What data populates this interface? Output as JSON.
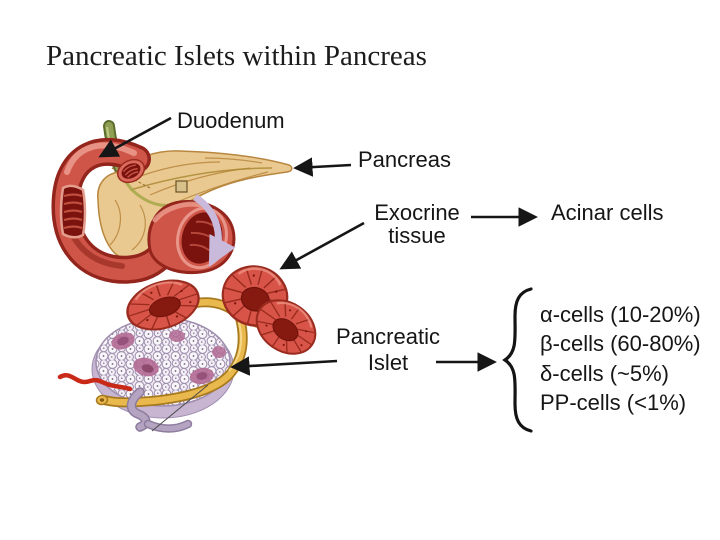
{
  "slide": {
    "title": "Pancreatic Islets within Pancreas"
  },
  "labels": {
    "duodenum": "Duodenum",
    "pancreas": "Pancreas",
    "exocrine_line1": "Exocrine",
    "exocrine_line2": "tissue",
    "acinar_cells": "Acinar cells",
    "islet_line1": "Pancreatic",
    "islet_line2": "Islet"
  },
  "islet_cell_types": [
    "α-cells (10-20%)",
    "β-cells (60-80%)",
    "δ-cells (~5%)",
    "PP-cells (<1%)"
  ],
  "colors": {
    "title_text": "#1c1c1c",
    "label_text": "#161616",
    "duodenum_red": "#cf5549",
    "duodenum_lumen": "#7a120e",
    "pancreas_tan": "#e9c98f",
    "bile_duct_green": "#8f9e52",
    "islet_rim_lavender": "#c7b5d2",
    "islet_cells": "#f1ecf3",
    "islet_patch_purple": "#b26a93",
    "duct_yellow": "#eab94e",
    "capillary_red": "#c92a18",
    "magnifier_arrow_lavender": "#c9b9da",
    "arrow_black": "#161616"
  }
}
